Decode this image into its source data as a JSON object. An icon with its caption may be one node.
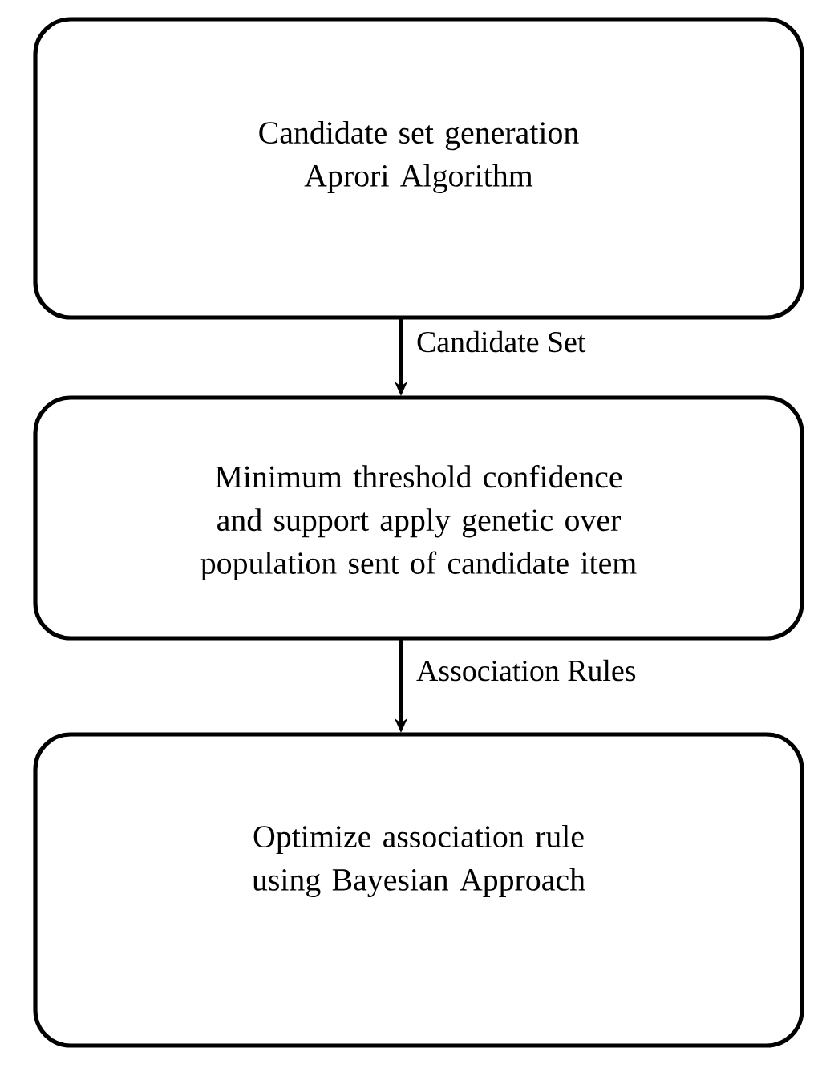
{
  "diagram": {
    "nodes": [
      {
        "text": [
          "Candidate set generation Aprori Algorithm"
        ]
      },
      {
        "text": [
          "Minimum threshold confidence and support apply genetic over population sent of candidate item"
        ]
      },
      {
        "text": [
          "Optimize association rule using Bayesian Approach"
        ]
      }
    ],
    "edges": [
      {
        "from": 0,
        "to": 1,
        "arrow": "to",
        "label": "Candidate Set"
      },
      {
        "from": 1,
        "to": 2,
        "arrow": "to",
        "label": "Association Rules"
      }
    ]
  }
}
